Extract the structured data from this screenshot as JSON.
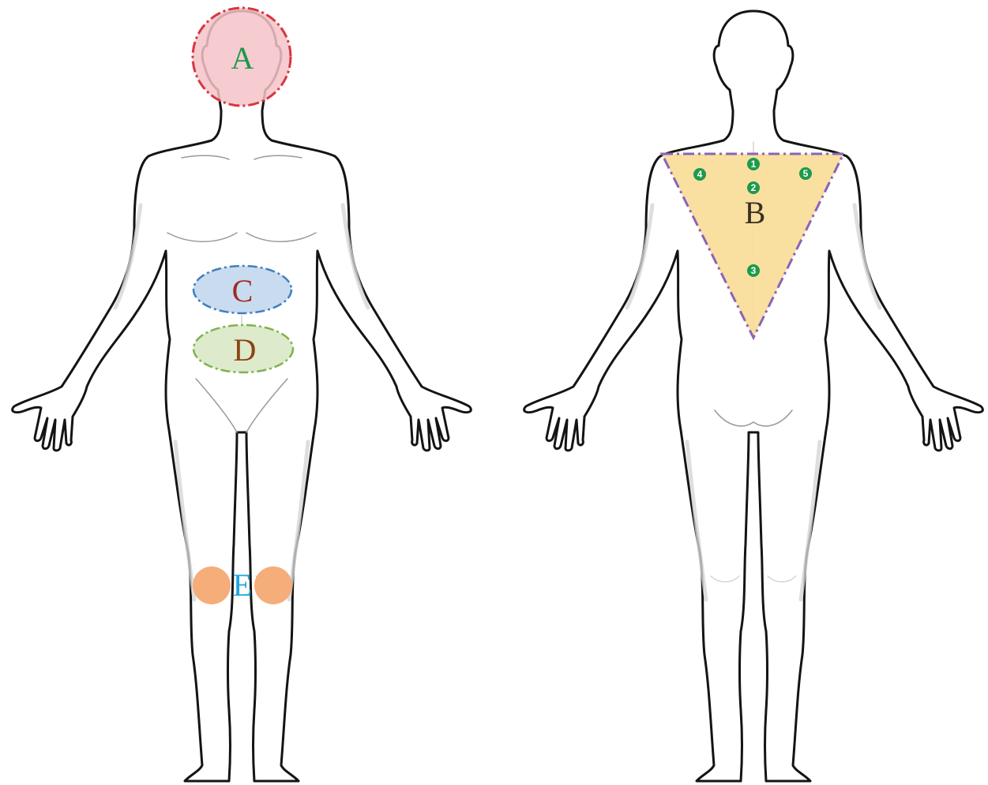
{
  "zones": {
    "A": {
      "label": "A",
      "fill": "#f4c3c8",
      "border": "#d9363e",
      "text_color": "#1a9a4a"
    },
    "B": {
      "label": "B",
      "fill": "#f8dc98",
      "border": "#8a63b8",
      "text_color": "#3a3020"
    },
    "C": {
      "label": "C",
      "fill": "#c3d7ec",
      "border": "#3f7fc0",
      "text_color": "#9c2a22"
    },
    "D": {
      "label": "D",
      "fill": "#d9e8c6",
      "border": "#7fb24f",
      "text_color": "#8b4513"
    },
    "E": {
      "label": "E",
      "fill": "#f5ad7a",
      "text_color": "#1ea6e0"
    }
  },
  "points": {
    "color": "#1e9a4c",
    "labels": [
      "1",
      "2",
      "3",
      "4",
      "5"
    ]
  }
}
